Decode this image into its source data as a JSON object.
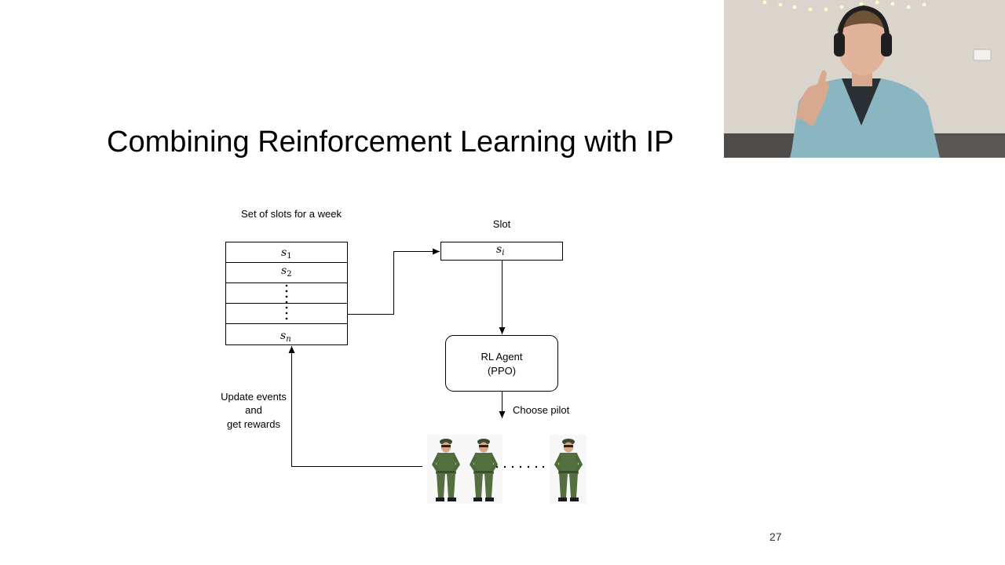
{
  "slide": {
    "title": "Combining Reinforcement Learning with IP",
    "page_number": "27"
  },
  "diagram": {
    "slot_set_label": "Set of slots for a week",
    "slot_rows": [
      {
        "base": "s",
        "sub": "1"
      },
      {
        "base": "s",
        "sub": "2"
      },
      {
        "base": "",
        "sub": ""
      },
      {
        "base": "",
        "sub": ""
      },
      {
        "base": "s",
        "sub": "n"
      }
    ],
    "slot_label": "Slot",
    "slot_cell": {
      "base": "s",
      "sub": "i"
    },
    "agent_line1": "RL Agent",
    "agent_line2": "(PPO)",
    "choose_label": "Choose pilot",
    "feedback_line1": "Update events",
    "feedback_line2": "and",
    "feedback_line3": "get rewards",
    "pilot_count": 3,
    "pilot_color": "#55703f"
  },
  "webcam": {
    "wall_color": "#d8d3cb",
    "hoodie_color": "#8ab6c1",
    "headphone_color": "#1f1f1f"
  }
}
